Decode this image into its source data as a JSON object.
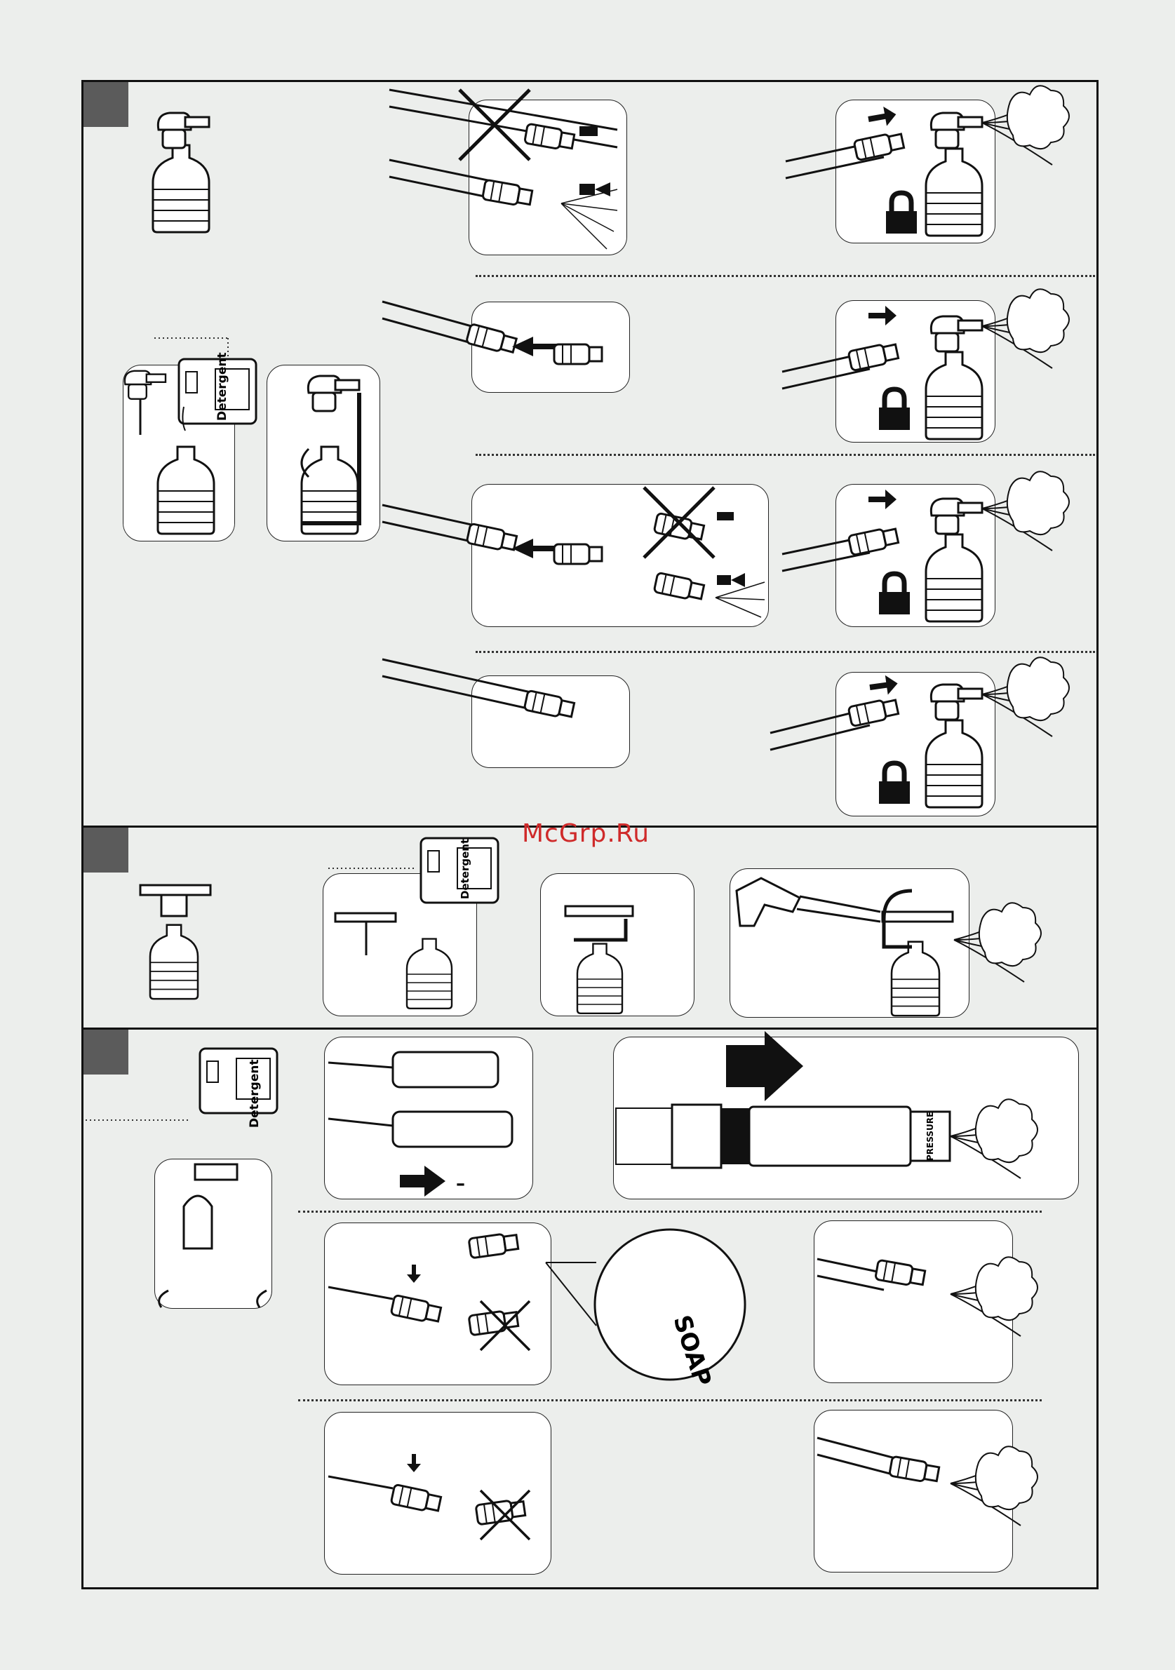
{
  "watermark": "McGrp.Ru",
  "labels": {
    "detergent": "Detergent",
    "soap": "SOAP",
    "pressure": "PRESSURE",
    "minus": "–"
  },
  "sections": [
    {
      "id": "section-1"
    },
    {
      "id": "section-2"
    },
    {
      "id": "section-3"
    }
  ],
  "colors": {
    "background": "#eceeec",
    "panel": "#ffffff",
    "outline": "#111111",
    "marker": "#5b5b5b",
    "watermark": "#cf2a2a"
  },
  "icons": [
    "lock-icon",
    "arrow-right-icon",
    "arrow-down-icon",
    "cross-out-icon",
    "foam-spray-icon",
    "rotate-arrow-icon"
  ]
}
